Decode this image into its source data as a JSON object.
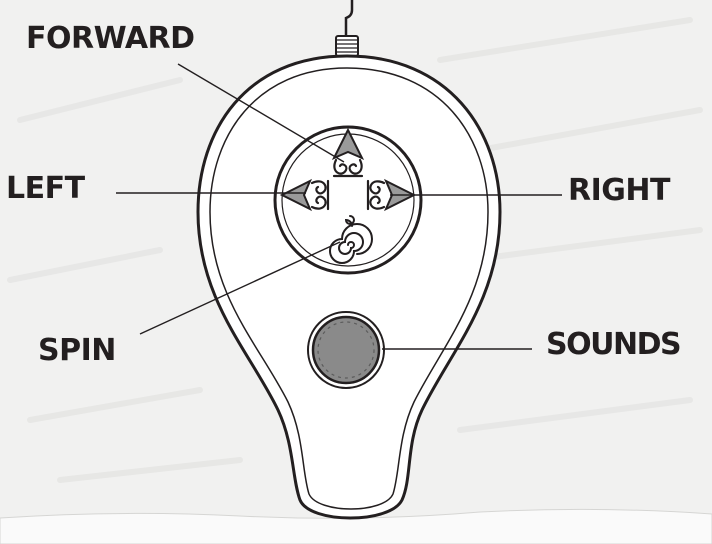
{
  "labels": {
    "forward": "FORWARD",
    "left": "LEFT",
    "right": "RIGHT",
    "spin": "SPIN",
    "sounds": "SOUNDS"
  },
  "colors": {
    "background": "#f1f1f0",
    "outline": "#231f20",
    "controller_body": "#ffffff",
    "dpad_face": "#ffffff",
    "arrow_fill": "#9a9a9a",
    "sound_button": "#8a8a8a"
  },
  "icons": {
    "forward": "triangle-arrow-up-icon",
    "left": "triangle-arrow-left-icon",
    "right": "triangle-arrow-right-icon",
    "spin": "spiral-icon",
    "sounds": "round-button-icon"
  }
}
